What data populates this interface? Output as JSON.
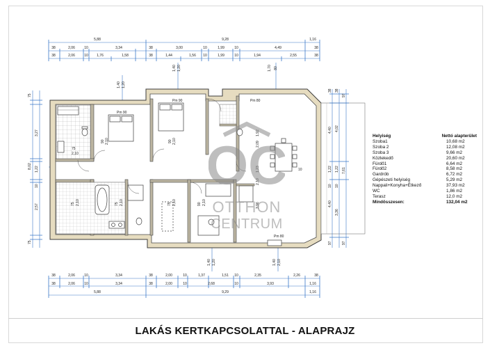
{
  "title": "LAKÁS KERTKAPCSOLATTAL - ALAPRAJZ",
  "logo": {
    "line1": "OTTHON",
    "line2": "CENTRUM",
    "mark": "OC"
  },
  "area_table": {
    "header_left": "Helyiség",
    "header_right": "Nettó alapterület",
    "rows": [
      {
        "name": "Szoba1",
        "area": "10,68 m2"
      },
      {
        "name": "Szoba 2",
        "area": "12,08 m2"
      },
      {
        "name": "Szoba 3",
        "area": "9,66 m2"
      },
      {
        "name": "Közlekedő",
        "area": "20,60 m2"
      },
      {
        "name": "Fürdő1",
        "area": "6,64 m2"
      },
      {
        "name": "Fürdő2",
        "area": "8,58 m2"
      },
      {
        "name": "Gardrób",
        "area": "6,72 m2"
      },
      {
        "name": "Gépészeti helyiség",
        "area": "5,29 m2"
      },
      {
        "name": "Nappali+Konyha+Étkező",
        "area": "37,93 m2"
      },
      {
        "name": "WC",
        "area": "1,86 m2"
      },
      {
        "name": "Terasz",
        "area": "12,0 m2"
      }
    ],
    "total_label": "Mindösszesen:",
    "total_area": "132,04 m2"
  },
  "room_labels": {
    "pm90_a": "Pm 90",
    "pm90_b": "Pm 90",
    "pm80": "Pm 80",
    "pm80_bottom": "Pm 80"
  },
  "dims": {
    "top_overall": [
      "5,88",
      "9,28",
      "1,16"
    ],
    "top_row1": [
      "38",
      "2,06",
      "10",
      "3,34",
      "38",
      "3,00",
      "10",
      "1,99",
      "10",
      "4,49",
      "38"
    ],
    "top_row2": [
      "38",
      "2,06",
      "10",
      "1,76",
      "1,58",
      "38",
      "1,44",
      "1,56",
      "10",
      "1,99",
      "10",
      "1,94",
      "2,55",
      "38"
    ],
    "bottom_row1": [
      "38",
      "2,06",
      "10",
      "3,34",
      "38",
      "2,00",
      "10",
      "1,37",
      "1,51",
      "10",
      "2,35",
      "2,26",
      "38"
    ],
    "bottom_row2": [
      "38",
      "2,06",
      "10",
      "3,34",
      "38",
      "2,00",
      "10",
      "2,68",
      "10",
      "3,93",
      "1,16"
    ],
    "bottom_overall": [
      "5,88",
      "9,29",
      "1,16"
    ],
    "left_col1": [
      "75",
      "3,27",
      "10",
      "2,57",
      "75"
    ],
    "left_col2": [
      "8,02"
    ],
    "right_col1": [
      "38",
      "4,40",
      "10",
      "4,40",
      "97"
    ],
    "right_col2": [
      "4,02",
      "10",
      "3,36",
      "97"
    ],
    "right_col3": [
      "7,61"
    ],
    "openings": [
      "1,40\n1,20",
      "1,40\n1,20",
      "1,70\n80",
      "1,40\n1,20",
      "1,40\n2,10"
    ],
    "door_labels": [
      "90\n2,10",
      "90\n2,10",
      "75\n2,10",
      "75\n2,10",
      "75\n2,10",
      "90\n2,10",
      "75\n2,10",
      "90\n2,10"
    ]
  }
}
